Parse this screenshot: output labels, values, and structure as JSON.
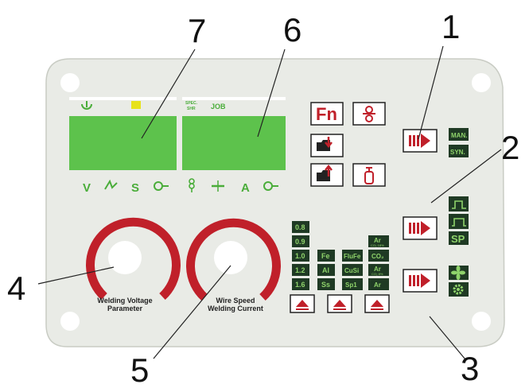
{
  "callouts": [
    "1",
    "2",
    "3",
    "4",
    "5",
    "6",
    "7"
  ],
  "panel": {
    "display_left": {
      "top_icons": [
        "power-icon",
        "indicator-square-icon"
      ],
      "bottom_labels": [
        "V",
        "S"
      ],
      "bottom_icons": [
        "arc-force-icon",
        "wire-feed-icon"
      ],
      "colors": {
        "lcd": "#5dc24c",
        "icon": "#4aad3a",
        "indicator": "#e7e21b"
      }
    },
    "display_right": {
      "top_labels": [
        "SPEC.",
        "SHR",
        "JOB"
      ],
      "bottom_labels": [
        "A"
      ],
      "bottom_icons": [
        "inductance-icon",
        "balance-icon",
        "wire-feed-icon"
      ]
    },
    "function_buttons": {
      "fn_label": "Fn",
      "icons": [
        "wire-inch-icon",
        "load-job-icon",
        "save-job-icon",
        "gas-check-icon"
      ]
    },
    "mode": {
      "man_label": "MAN.",
      "syn_label": "SYN."
    },
    "trigger": {
      "sp_label": "SP",
      "trigger_icons": [
        "2t-icon",
        "4t-icon"
      ]
    },
    "cooling": {
      "icons": [
        "fan-icon",
        "gear-icon"
      ]
    },
    "select_button_icon": "arrow-select-icon",
    "wire_diameters": [
      "0.8",
      "0.9",
      "1.0",
      "1.2",
      "1.6"
    ],
    "materials": [
      "Fe",
      "Al",
      "Ss"
    ],
    "wire_types": [
      "FluFe",
      "CuSi",
      "Sp1"
    ],
    "gases": {
      "ar": "Ar",
      "ar_co2_18": "CO₂ 18%",
      "co2": "CO₂",
      "ar_co2_8": "CO₂ 8%"
    },
    "knob_left": {
      "line1": "Welding Voltage",
      "line2": "Parameter"
    },
    "knob_right": {
      "line1": "Wire Speed",
      "line2": "Welding Current"
    }
  },
  "colors": {
    "panel": "#e9ebe6",
    "button_red": "#c0202a",
    "key_dark": "#1f3a24",
    "key_text": "#e8e8e8",
    "key_green": "#8fd36b"
  }
}
